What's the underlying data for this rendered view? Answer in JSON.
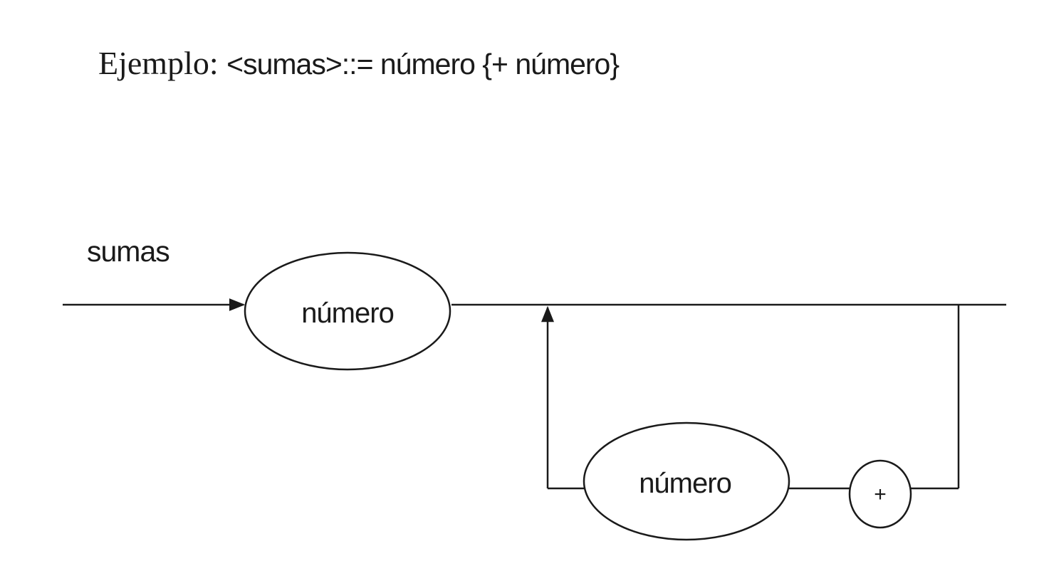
{
  "title": {
    "prefix": "Ejemplo: ",
    "rule": "<sumas>::= número {+ número}"
  },
  "diagram": {
    "rule_name": "sumas",
    "main_node": "número",
    "loop_node": "número",
    "loop_terminal": "+"
  },
  "colors": {
    "stroke": "#1a1a1a",
    "background": "#ffffff"
  }
}
